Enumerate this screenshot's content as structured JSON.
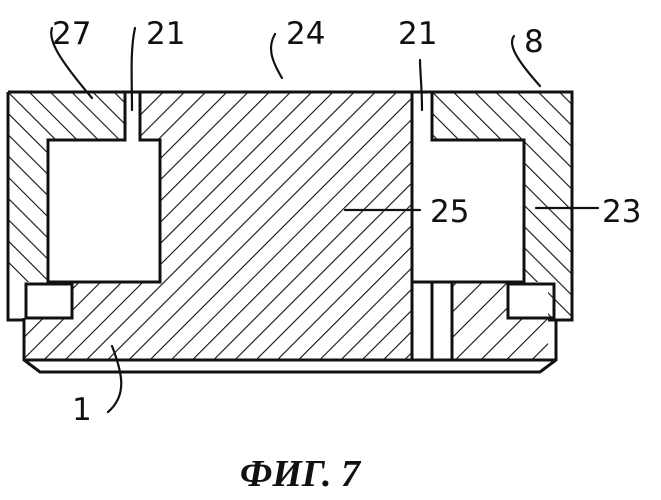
{
  "labels": {
    "ref_27": "27",
    "ref_21_left": "21",
    "ref_24": "24",
    "ref_21_right": "21",
    "ref_8": "8",
    "ref_25": "25",
    "ref_23": "23",
    "ref_1": "1"
  },
  "caption": "ФИГ. 7"
}
